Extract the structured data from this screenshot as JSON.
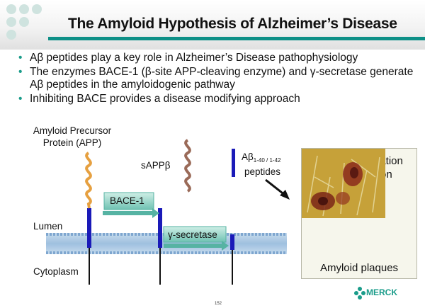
{
  "title": "The Amyloid Hypothesis of Alzheimer’s Disease",
  "bullets": [
    "Aβ peptides play a key role in Alzheimer’s Disease pathophysiology",
    "The enzymes BACE-1 (β-site APP-cleaving enzyme) and γ-secretase generate Aβ peptides in the amyloidogenic pathway",
    "Inhibiting BACE provides a disease modifying approach"
  ],
  "bullet_glyph": "•",
  "diagram": {
    "app_label": "Amyloid Precursor\nProtein (APP)",
    "sappb_label": "sAPPβ",
    "abeta_label": "Aβ",
    "abeta_subscript": "1-40 / 1-42",
    "peptides_label": "peptides",
    "bace_label": "BACE-1",
    "gsec_label": "γ-secretase",
    "lumen_label": "Lumen",
    "cytoplasm_label": "Cytoplasm",
    "plaque_title": "Aβ oligomerization\n& aggregation",
    "plaque_caption": "Amyloid plaques"
  },
  "footer": {
    "page_number": "152",
    "brand": "MERCK"
  },
  "colors": {
    "accent_teal": "#0d8f86",
    "membrane_blue": "#8fb4d8",
    "app_blue": "#1a1ab8",
    "helix_orange": "#e6a040",
    "helix_brown": "#9a6a58",
    "enzyme_green": "#56b3a3"
  }
}
